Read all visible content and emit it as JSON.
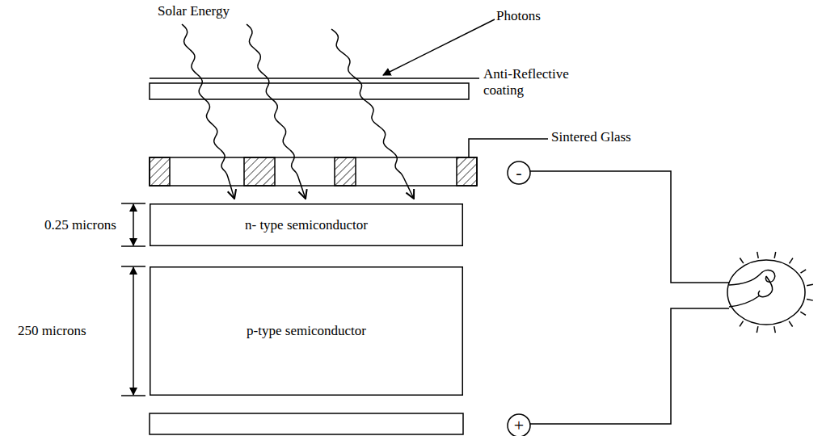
{
  "diagram": {
    "nodes": [
      {
        "text": [
          "-"
        ]
      },
      {
        "text": [
          "n- type semiconductor"
        ]
      },
      {
        "text": [
          "p-type semiconductor"
        ]
      },
      {
        "text": [
          "+"
        ]
      }
    ],
    "labels": [
      "Solar Energy",
      "Photons",
      "Anti-Reflective coating",
      "Sintered Glass",
      "0.25 microns",
      "250 microns"
    ]
  }
}
